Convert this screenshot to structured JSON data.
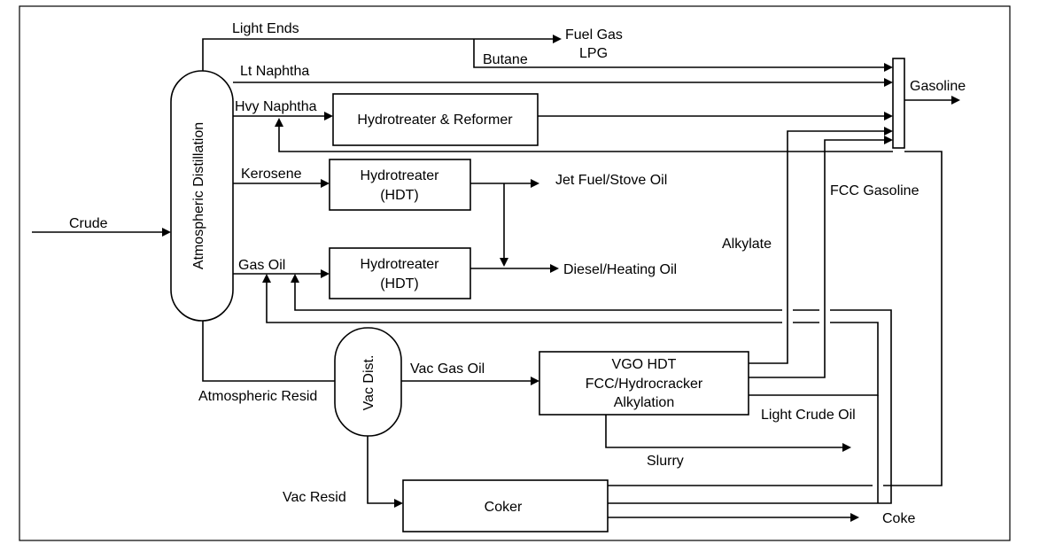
{
  "labels": {
    "atmospheric_distillation": "Atmospheric Distillation",
    "vac_dist": "Vac Dist.",
    "hydrotreater_reformer": "Hydrotreater & Reformer",
    "hydrotreater_1_line1": "Hydrotreater",
    "hydrotreater_1_line2": "(HDT)",
    "hydrotreater_2_line1": "Hydrotreater",
    "hydrotreater_2_line2": "(HDT)",
    "vgo_line1": "VGO HDT",
    "vgo_line2": "FCC/Hydrocracker",
    "vgo_line3": "Alkylation",
    "coker": "Coker"
  },
  "streams": {
    "crude": "Crude",
    "light_ends": "Light Ends",
    "butane": "Butane",
    "fuel_gas": "Fuel Gas",
    "lpg": "LPG",
    "lt_naphtha": "Lt Naphtha",
    "hvy_naphtha": "Hvy Naphtha",
    "gasoline": "Gasoline",
    "kerosene": "Kerosene",
    "jet_fuel": "Jet Fuel/Stove Oil",
    "gas_oil": "Gas Oil",
    "diesel": "Diesel/Heating Oil",
    "alkylate": "Alkylate",
    "fcc_gasoline": "FCC Gasoline",
    "atmospheric_resid": "Atmospheric Resid",
    "vac_gas_oil": "Vac Gas Oil",
    "light_crude_oil": "Light Crude Oil",
    "slurry": "Slurry",
    "vac_resid": "Vac Resid",
    "coke": "Coke"
  }
}
